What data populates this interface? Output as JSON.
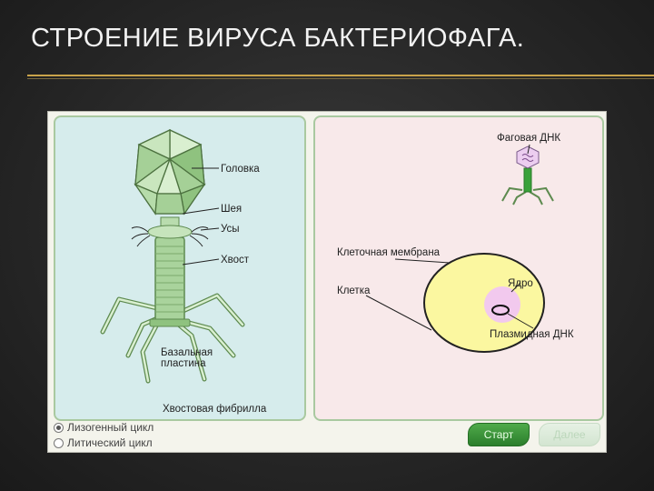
{
  "slide": {
    "title": "СТРОЕНИЕ ВИРУСА БАКТЕРИОФАГА."
  },
  "phage_labels": {
    "head": "Головка",
    "neck": "Шея",
    "whiskers": "Усы",
    "tail": "Хвост",
    "base_plate_line1": "Базальная",
    "base_plate_line2": "пластина",
    "tail_fibril": "Хвостовая фибрилла"
  },
  "cell_labels": {
    "phage_dna": "Фаговая ДНК",
    "cell_membrane": "Клеточная мембрана",
    "cell": "Клетка",
    "nucleus": "Ядро",
    "plasmid_dna": "Плазмидная ДНК"
  },
  "controls": {
    "lysogenic": "Лизогенный цикл",
    "lytic": "Литический цикл",
    "selected": "Лизогенный цикл",
    "start": "Старт",
    "next": "Далее"
  },
  "colors": {
    "accent_rule": "#c9a34a",
    "left_panel": "#d6ecec",
    "right_panel": "#f8e9ea",
    "phage_green": "#a9d39c",
    "cell_yellow": "#fbf7a0",
    "nucleus_pink": "#f2c9ee",
    "start_button": "#3a943a"
  }
}
